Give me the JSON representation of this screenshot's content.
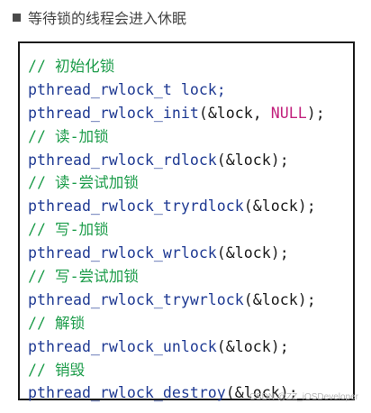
{
  "heading": "等待锁的线程会进入休眠",
  "code": [
    {
      "type": "comment",
      "text": "// 初始化锁"
    },
    {
      "type": "code",
      "parts": [
        {
          "t": "pthread_rwlock_t lock;",
          "k": "fn"
        }
      ]
    },
    {
      "type": "code",
      "parts": [
        {
          "t": "pthread_rwlock_init",
          "k": "fn"
        },
        {
          "t": "(&lock, ",
          "k": "plain"
        },
        {
          "t": "NULL",
          "k": "null"
        },
        {
          "t": ");",
          "k": "plain"
        }
      ]
    },
    {
      "type": "comment",
      "text": "// 读-加锁"
    },
    {
      "type": "code",
      "parts": [
        {
          "t": "pthread_rwlock_rdlock",
          "k": "fn"
        },
        {
          "t": "(&lock);",
          "k": "plain"
        }
      ]
    },
    {
      "type": "comment",
      "text": "// 读-尝试加锁"
    },
    {
      "type": "code",
      "parts": [
        {
          "t": "pthread_rwlock_tryrdlock",
          "k": "fn"
        },
        {
          "t": "(&lock);",
          "k": "plain"
        }
      ]
    },
    {
      "type": "comment",
      "text": "// 写-加锁"
    },
    {
      "type": "code",
      "parts": [
        {
          "t": "pthread_rwlock_wrlock",
          "k": "fn"
        },
        {
          "t": "(&lock);",
          "k": "plain"
        }
      ]
    },
    {
      "type": "comment",
      "text": "// 写-尝试加锁"
    },
    {
      "type": "code",
      "parts": [
        {
          "t": "pthread_rwlock_trywrlock",
          "k": "fn"
        },
        {
          "t": "(&lock);",
          "k": "plain"
        }
      ]
    },
    {
      "type": "comment",
      "text": "// 解锁"
    },
    {
      "type": "code",
      "parts": [
        {
          "t": "pthread_rwlock_unlock",
          "k": "fn"
        },
        {
          "t": "(&lock);",
          "k": "plain"
        }
      ]
    },
    {
      "type": "comment",
      "text": "// 销毁"
    },
    {
      "type": "code",
      "parts": [
        {
          "t": "pthread_rwlock_destroy",
          "k": "fn"
        },
        {
          "t": "(&lock);",
          "k": "plain"
        }
      ]
    }
  ],
  "watermark": "CSDN @ZZ_iOSDeveloper",
  "colors": {
    "comment": "#1c9c4a",
    "function": "#1f3a93",
    "null_keyword": "#c2227d",
    "punctuation": "#1a1a1a"
  }
}
